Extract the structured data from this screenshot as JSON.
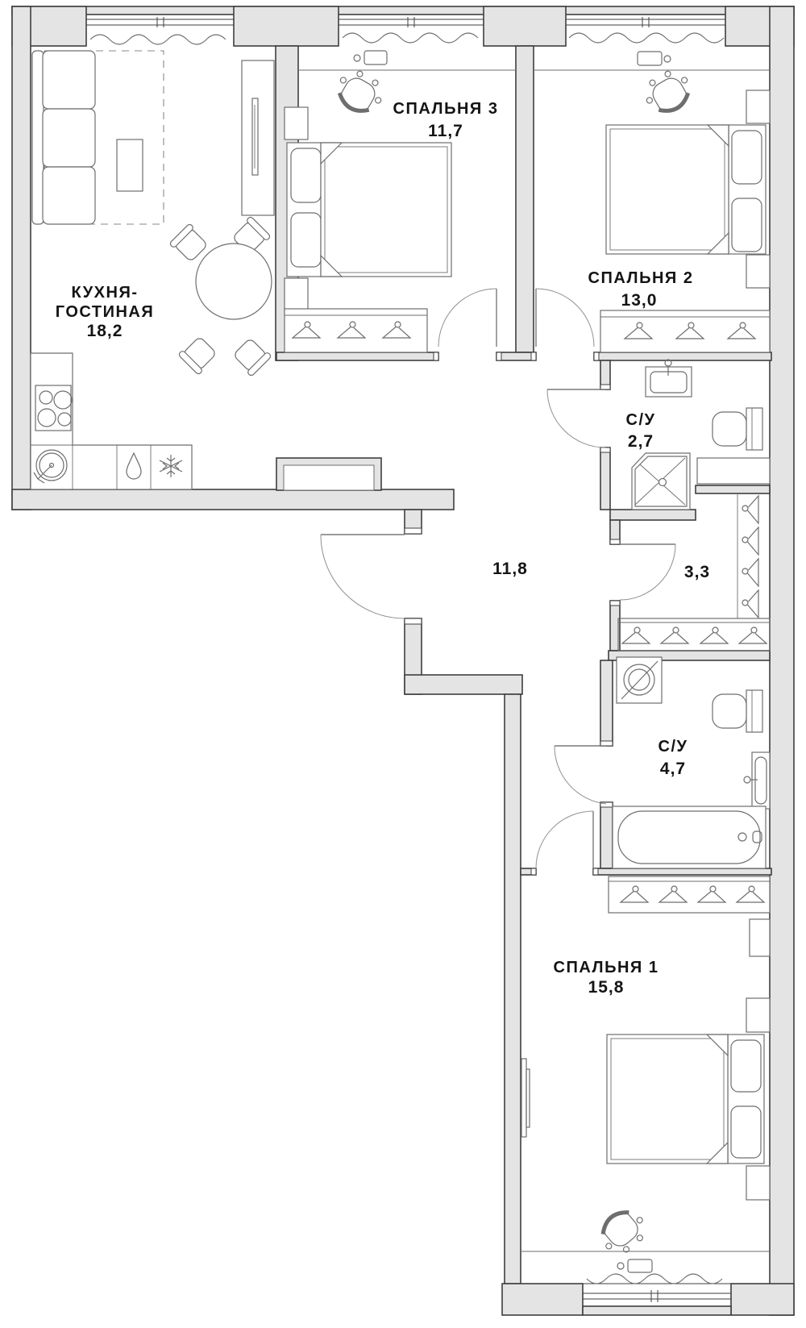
{
  "rooms": {
    "kitchen_living": {
      "label_line1": "КУХНЯ-",
      "label_line2": "ГОСТИНАЯ",
      "area": "18,2"
    },
    "bedroom3": {
      "label": "СПАЛЬНЯ 3",
      "area": "11,7"
    },
    "bedroom2": {
      "label": "СПАЛЬНЯ 2",
      "area": "13,0"
    },
    "bathroom_small": {
      "label": "С/У",
      "area": "2,7"
    },
    "hallway": {
      "area": "11,8"
    },
    "wardrobe_room": {
      "area": "3,3"
    },
    "bathroom_large": {
      "label": "С/У",
      "area": "4,7"
    },
    "bedroom1": {
      "label": "СПАЛЬНЯ 1",
      "area": "15,8"
    }
  },
  "colors": {
    "wall_fill": "#e4e4e4",
    "wall_stroke": "#3f3f3f",
    "furniture_stroke": "#6e6e6e",
    "text": "#141414",
    "background": "#ffffff"
  }
}
